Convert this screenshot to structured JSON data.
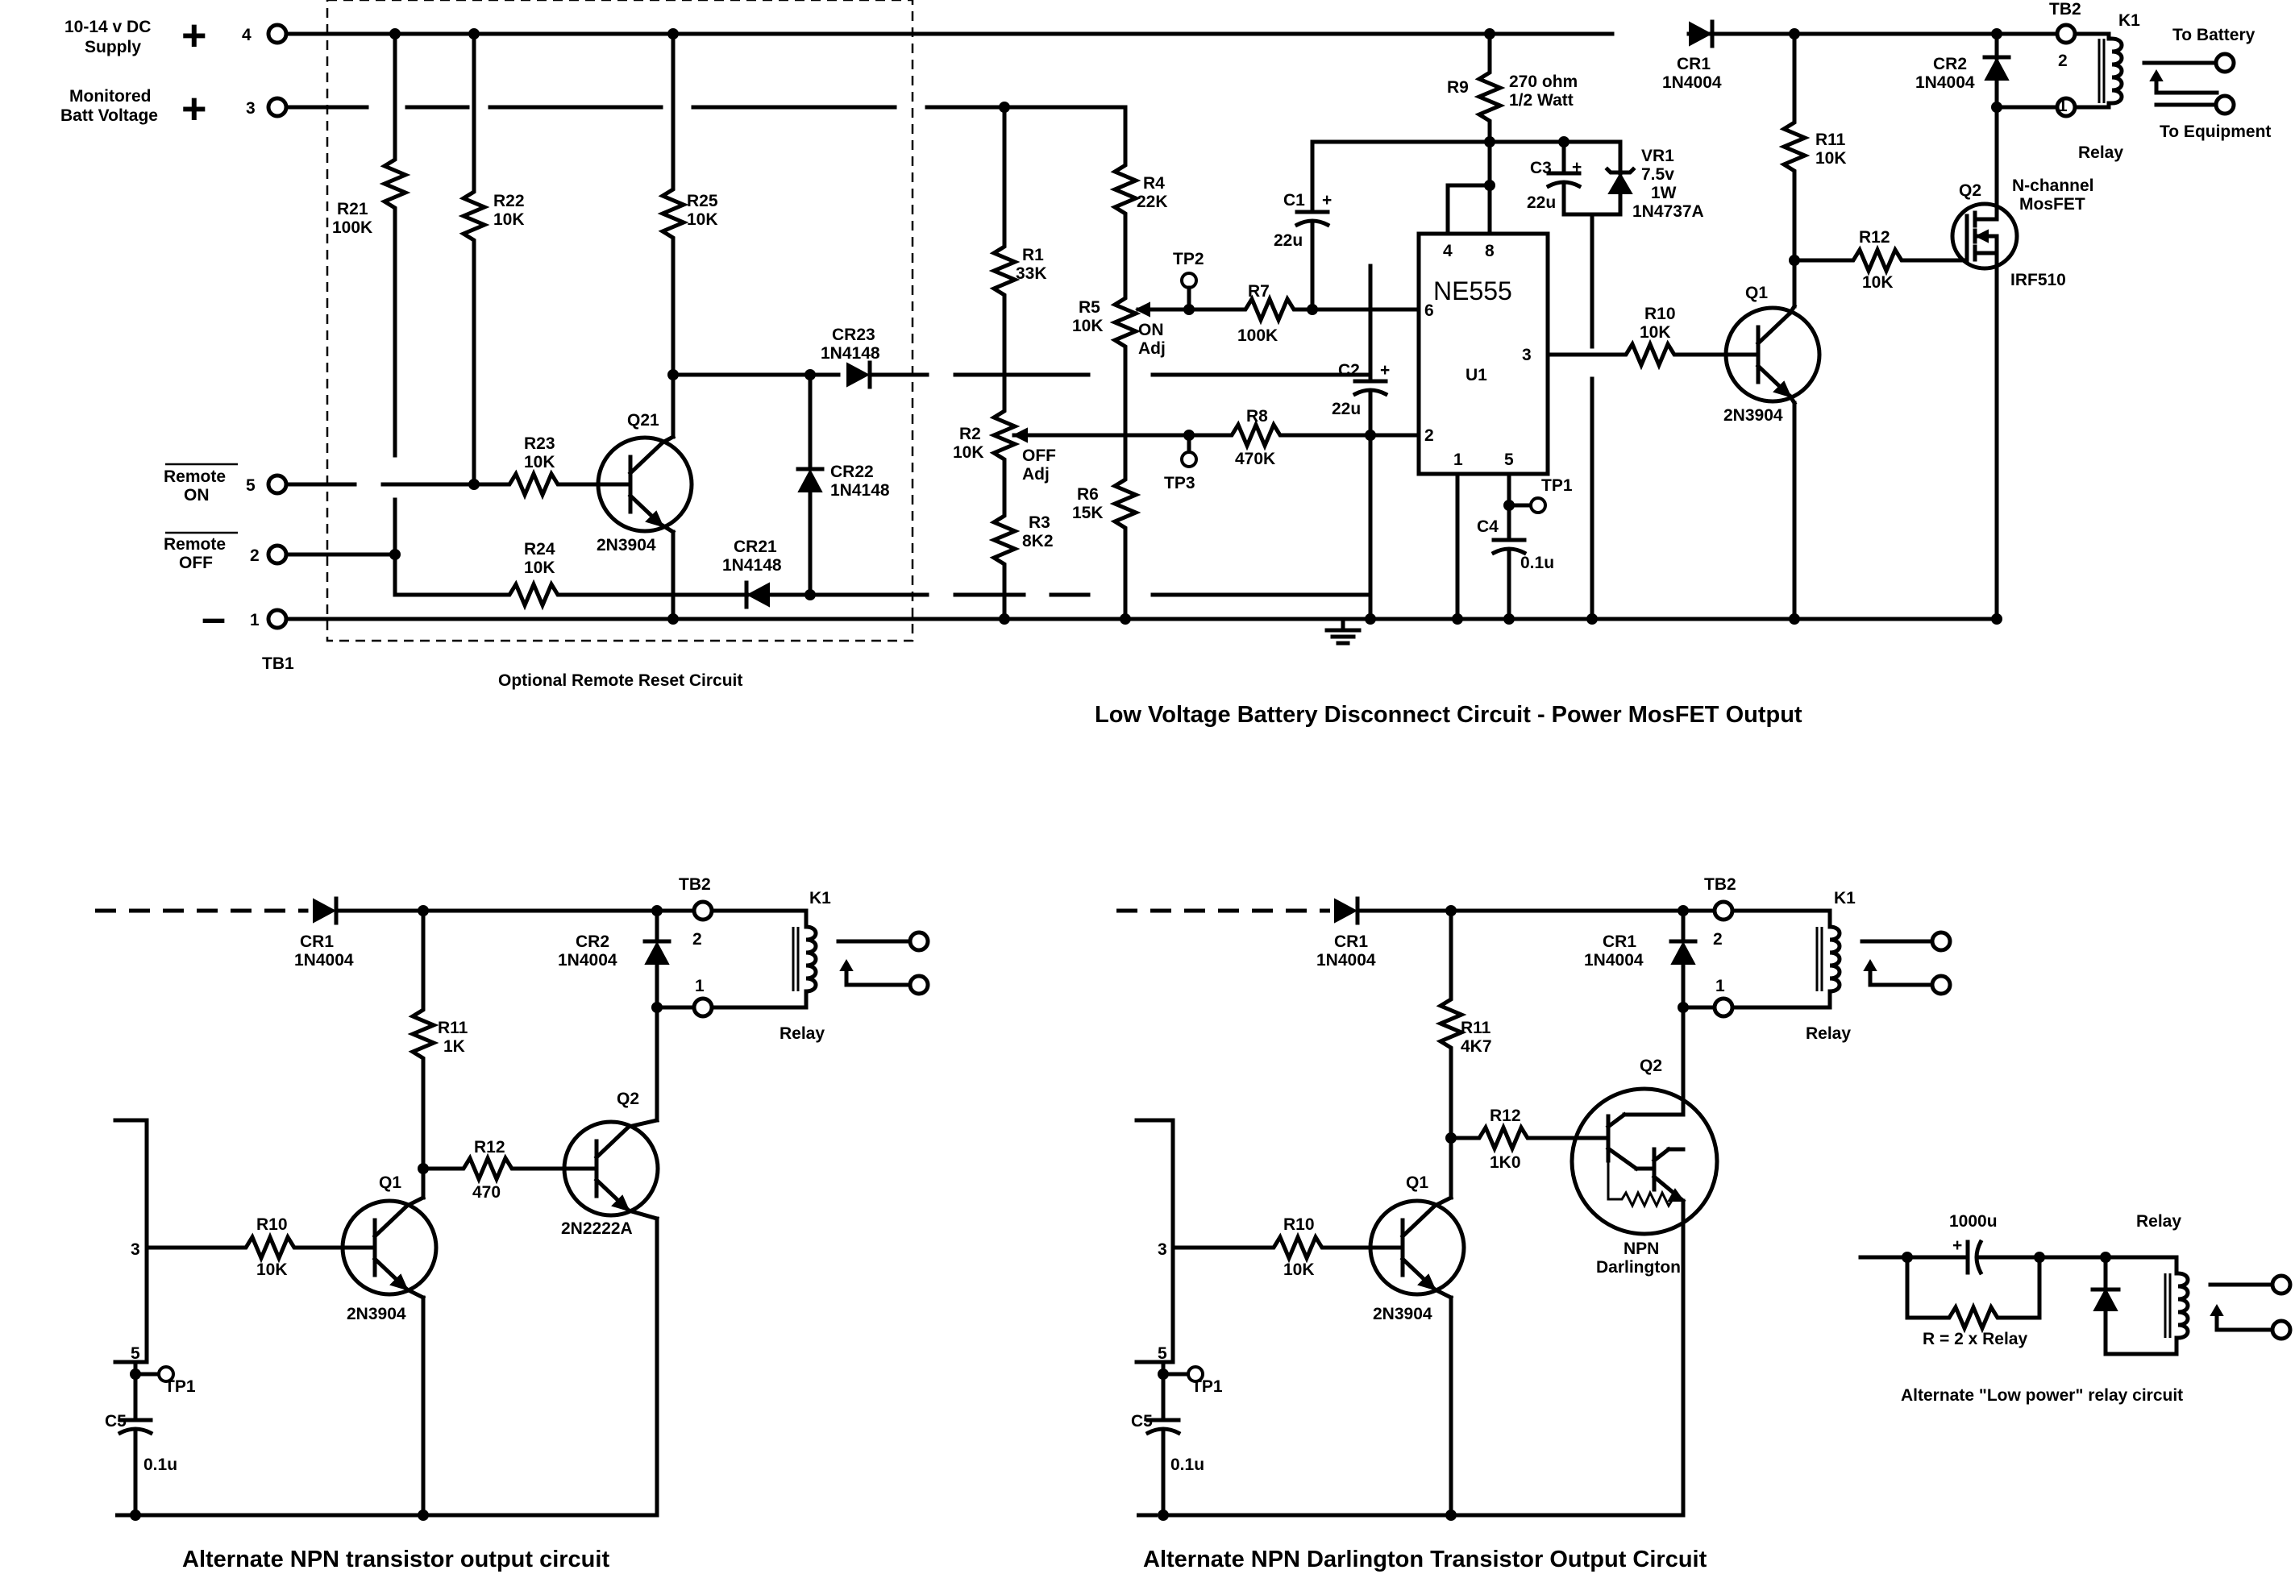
{
  "titles": {
    "main": "Low Voltage Battery Disconnect  Circuit - Power MosFET Output",
    "remote_box": "Optional Remote Reset Circuit",
    "alt_npn": "Alternate NPN transistor output circuit",
    "alt_darlington": "Alternate NPN Darlington Transistor Output Circuit",
    "alt_low_power": "Alternate \"Low power\" relay circuit"
  },
  "terminals": {
    "tb1_name": "TB1",
    "supply": "10-14 v DC",
    "supply2": "Supply",
    "monitored": "Monitored",
    "monitored2": "Batt Voltage",
    "remote_on": "Remote",
    "remote_on2": "ON",
    "remote_off": "Remote",
    "remote_off2": "OFF",
    "plus": "+",
    "minus": "–",
    "pin4": "4",
    "pin3": "3",
    "pin5": "5",
    "pin2": "2",
    "pin1": "1",
    "tb2_name": "TB2",
    "tb2_pin2": "2",
    "tb2_pin1": "1",
    "to_battery": "To Battery",
    "to_equipment": "To Equipment"
  },
  "parts": {
    "r21": "R21",
    "r21v": "100K",
    "r22": "R22",
    "r22v": "10K",
    "r25": "R25",
    "r25v": "10K",
    "r23": "R23",
    "r23v": "10K",
    "r24": "R24",
    "r24v": "10K",
    "q21": "Q21",
    "q21v": "2N3904",
    "cr23": "CR23",
    "cr23v": "1N4148",
    "cr22": "CR22",
    "cr22v": "1N4148",
    "cr21": "CR21",
    "cr21v": "1N4148",
    "r1": "R1",
    "r1v": "33K",
    "r2": "R2",
    "r2v": "10K",
    "r2adj": "OFF",
    "r2adj2": "Adj",
    "r3": "R3",
    "r3v": "8K2",
    "r4": "R4",
    "r4v": "22K",
    "r5": "R5",
    "r5v": "10K",
    "r5adj": "ON",
    "r5adj2": "Adj",
    "r6": "R6",
    "r6v": "15K",
    "tp2": "TP2",
    "tp3": "TP3",
    "tp1": "TP1",
    "r7": "R7",
    "r7v": "100K",
    "r8": "R8",
    "r8v": "470K",
    "c1": "C1",
    "c1v": "22u",
    "c2": "C2",
    "c2v": "22u",
    "c3": "C3",
    "c3v": "22u",
    "c4": "C4",
    "c4v": "0.1u",
    "r9": "R9",
    "r9v": "270 ohm",
    "r9v2": "1/2 Watt",
    "vr1": "VR1",
    "vr1v": "7.5v",
    "vr1v2": "1W",
    "vr1v3": "1N4737A",
    "u1_chip": "NE555",
    "u1": "U1",
    "u1p4": "4",
    "u1p8": "8",
    "u1p6": "6",
    "u1p3": "3",
    "u1p2": "2",
    "u1p1": "1",
    "u1p5": "5",
    "cr1": "CR1",
    "cr1v": "1N4004",
    "cr2": "CR2",
    "cr2v": "1N4004",
    "r11": "R11",
    "r11v": "10K",
    "r12": "R12",
    "r12v": "10K",
    "r10": "R10",
    "r10v": "10K",
    "q1": "Q1",
    "q1v": "2N3904",
    "q2": "Q2",
    "q2v": "N-channel",
    "q2v2": "MosFET",
    "q2v3": "IRF510",
    "k1": "K1",
    "relay": "Relay"
  },
  "alt_npn": {
    "cr1": "CR1",
    "cr1v": "1N4004",
    "cr2": "CR2",
    "cr2v": "1N4004",
    "tb2": "TB2",
    "p2": "2",
    "p1": "1",
    "k1": "K1",
    "relay": "Relay",
    "r11": "R11",
    "r11v": "1K",
    "r12": "R12",
    "r12v": "470",
    "q2": "Q2",
    "q2v": "2N2222A",
    "q1": "Q1",
    "q1v": "2N3904",
    "r10": "R10",
    "r10v": "10K",
    "pin3": "3",
    "pin5": "5",
    "tp1": "TP1",
    "c5": "C5",
    "c5v": "0.1u"
  },
  "alt_darl": {
    "cr1": "CR1",
    "cr1v": "1N4004",
    "cr2": "CR1",
    "cr2v": "1N4004",
    "tb2": "TB2",
    "p2": "2",
    "p1": "1",
    "k1": "K1",
    "relay": "Relay",
    "r11": "R11",
    "r11v": "4K7",
    "r12": "R12",
    "r12v": "1K0",
    "q2": "Q2",
    "q2v": "NPN",
    "q2v2": "Darlington",
    "q1": "Q1",
    "q1v": "2N3904",
    "r10": "R10",
    "r10v": "10K",
    "pin3": "3",
    "pin5": "5",
    "tp1": "TP1",
    "c5": "C5",
    "c5v": "0.1u"
  },
  "alt_low": {
    "cap": "1000u",
    "relay": "Relay",
    "resistor": "R = 2 x Relay"
  }
}
